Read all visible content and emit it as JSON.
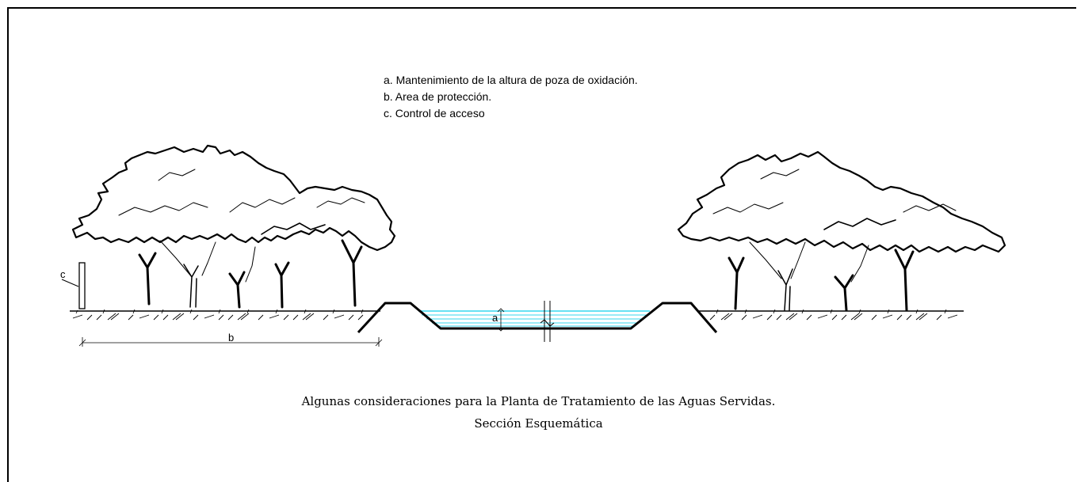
{
  "legend": {
    "items": [
      "a. Mantenimiento de la altura de poza de oxidación.",
      "b. Area de protección.",
      "c. Control de acceso"
    ]
  },
  "labels": {
    "a": "a",
    "b": "b",
    "c": "c"
  },
  "caption": {
    "line1": "Algunas consideraciones para la Planta de Tratamiento de las Aguas Servidas.",
    "line2": "Sección Esquemática"
  },
  "colors": {
    "water": "#35d7ee",
    "ink": "#000000"
  }
}
